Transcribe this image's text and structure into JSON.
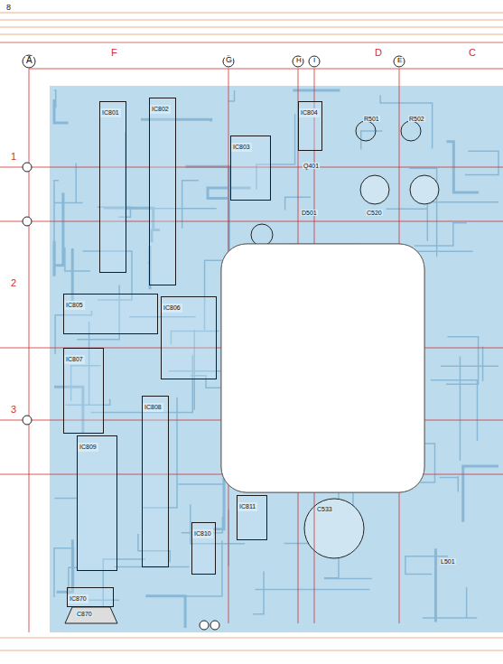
{
  "diagram": {
    "nodes": [
      {
        "text": [
          "IC801"
        ]
      },
      {
        "text": [
          "IC802"
        ]
      },
      {
        "text": [
          "IC803"
        ]
      },
      {
        "text": [
          "IC804"
        ]
      },
      {
        "text": [
          "IC805"
        ]
      },
      {
        "text": [
          "IC806"
        ]
      },
      {
        "text": [
          "IC807"
        ]
      },
      {
        "text": [
          "IC808"
        ]
      },
      {
        "text": [
          "IC809"
        ]
      },
      {
        "text": [
          "IC810"
        ]
      },
      {
        "text": [
          "IC811"
        ]
      },
      {
        "text": [
          "IC870"
        ]
      }
    ],
    "labels": [
      "8",
      "A",
      "F",
      "G",
      "H",
      "I",
      "D",
      "E",
      "C",
      "1",
      "2",
      "3",
      "C870",
      "Q401",
      "C533",
      "R501",
      "R502",
      "C520",
      "D501",
      "L501"
    ]
  }
}
